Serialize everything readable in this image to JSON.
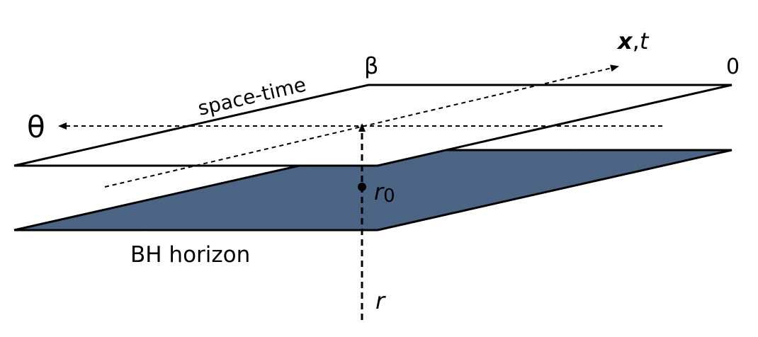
{
  "labels": {
    "theta": "θ",
    "space_time": "space-time",
    "beta": "β",
    "x_bold": "x",
    "x_sep": ",",
    "t": "t",
    "zero": "0",
    "r0_base": "r",
    "r0_sub": "0",
    "bh_horizon": "BH horizon",
    "r": "r"
  },
  "colors": {
    "horizon_fill": "#4a6383",
    "line": "#000000",
    "background": "#ffffff"
  }
}
